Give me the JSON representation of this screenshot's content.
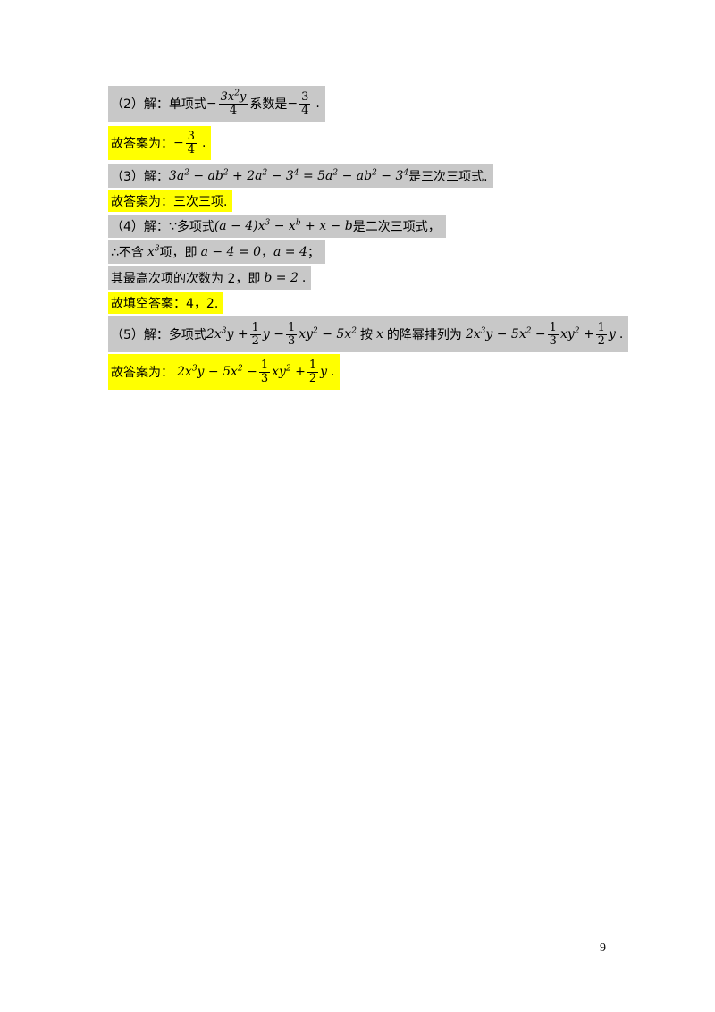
{
  "p2": {
    "label": "（2）解：单项式",
    "minus": "−",
    "frac1_num": "3x²y",
    "frac1_den": "4",
    "mid": "系数是",
    "minus2": "−",
    "frac2_num": "3",
    "frac2_den": "4",
    "end": "."
  },
  "a2": {
    "label": "故答案为：",
    "minus": "−",
    "frac_num": "3",
    "frac_den": "4",
    "end": "."
  },
  "p3": {
    "label": "（3）解：",
    "expr": "3a² − ab² + 2a² − 3⁴ = 5a² − ab² − 3⁴",
    "tail": "是三次三项式."
  },
  "a3": {
    "text": "故答案为：三次三项."
  },
  "p4": {
    "label": "（4）解：∵多项式",
    "expr": "(a − 4)x³ − xᵇ + x − b",
    "tail": "是二次三项式，"
  },
  "p4b": {
    "pre": "∴不含",
    "x3": "x³",
    "mid": "项，即",
    "eq1": "a − 4 = 0",
    "comma": "，",
    "eq2": "a = 4",
    "end": "；"
  },
  "p4c": {
    "pre": "其最高次项的次数为 2，即",
    "eq": "b = 2",
    "end": "."
  },
  "a4": {
    "text": "故填空答案：4，2."
  },
  "p5": {
    "label": "（5）解：多项式",
    "mid": "按",
    "x": "x",
    "mid2": "的降幂排列为",
    "end": "."
  },
  "a5": {
    "label": "故答案为：",
    "end": "."
  },
  "frac_half": {
    "num": "1",
    "den": "2"
  },
  "frac_third": {
    "num": "1",
    "den": "3"
  },
  "page_number": "9"
}
